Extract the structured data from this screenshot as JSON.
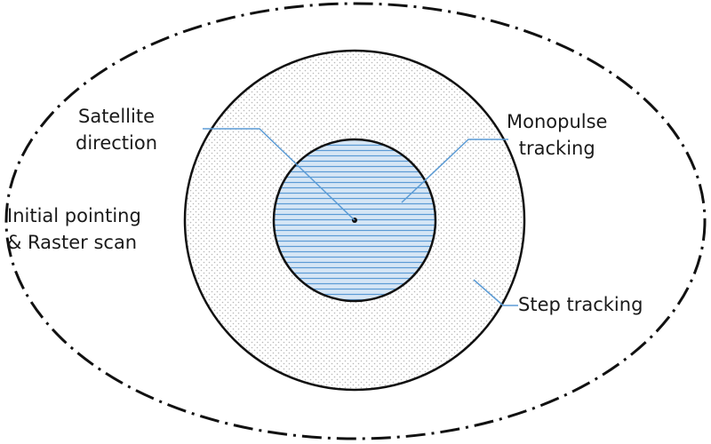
{
  "diagram": {
    "labels": {
      "satellite_direction": {
        "line1": "Satellite",
        "line2": "direction"
      },
      "monopulse_tracking": {
        "line1": "Monopulse",
        "line2": "tracking"
      },
      "initial_pointing": {
        "line1": "Initial pointing",
        "line2": "& Raster scan"
      },
      "step_tracking": {
        "line1": "Step tracking"
      }
    },
    "colors": {
      "outline": "#111111",
      "inner_fill": "#d6e6f5",
      "inner_stripes": "#5b9bd5",
      "leader_lines": "#5b9bd5",
      "dot_pattern": "#b8b8b8"
    }
  }
}
